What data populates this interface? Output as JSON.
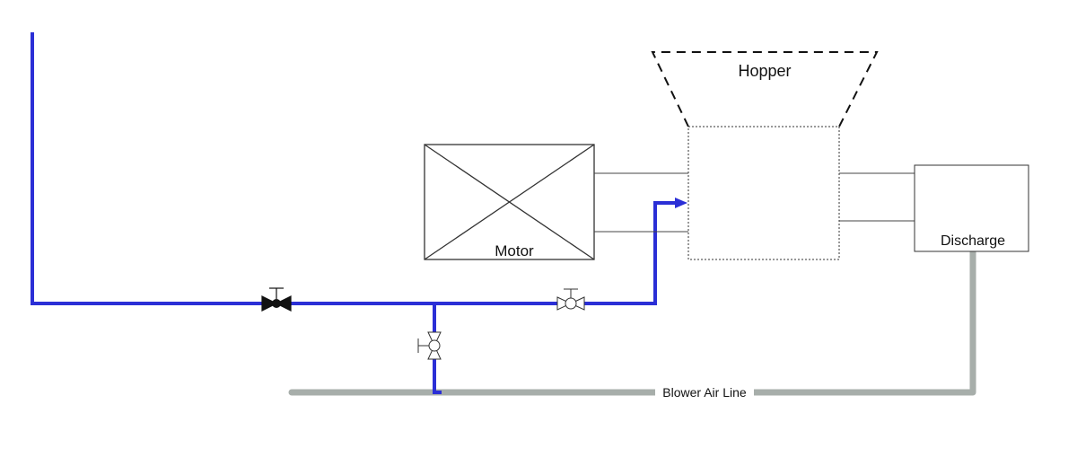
{
  "labels": {
    "hopper": "Hopper",
    "motor": "Motor",
    "discharge": "Discharge",
    "blower_air_line": "Blower Air Line"
  },
  "colors": {
    "water_line": "#2b2fd6",
    "air_line": "#a7aeaa",
    "outline": "#333333",
    "valve_closed": "#111111"
  },
  "components": {
    "motor_icon": "box-with-x-icon",
    "valve_main": "gate-valve-closed-icon",
    "valve_feed": "gate-valve-open-icon",
    "valve_branch": "gate-valve-open-icon",
    "flow_arrow": "arrow-right-icon"
  }
}
